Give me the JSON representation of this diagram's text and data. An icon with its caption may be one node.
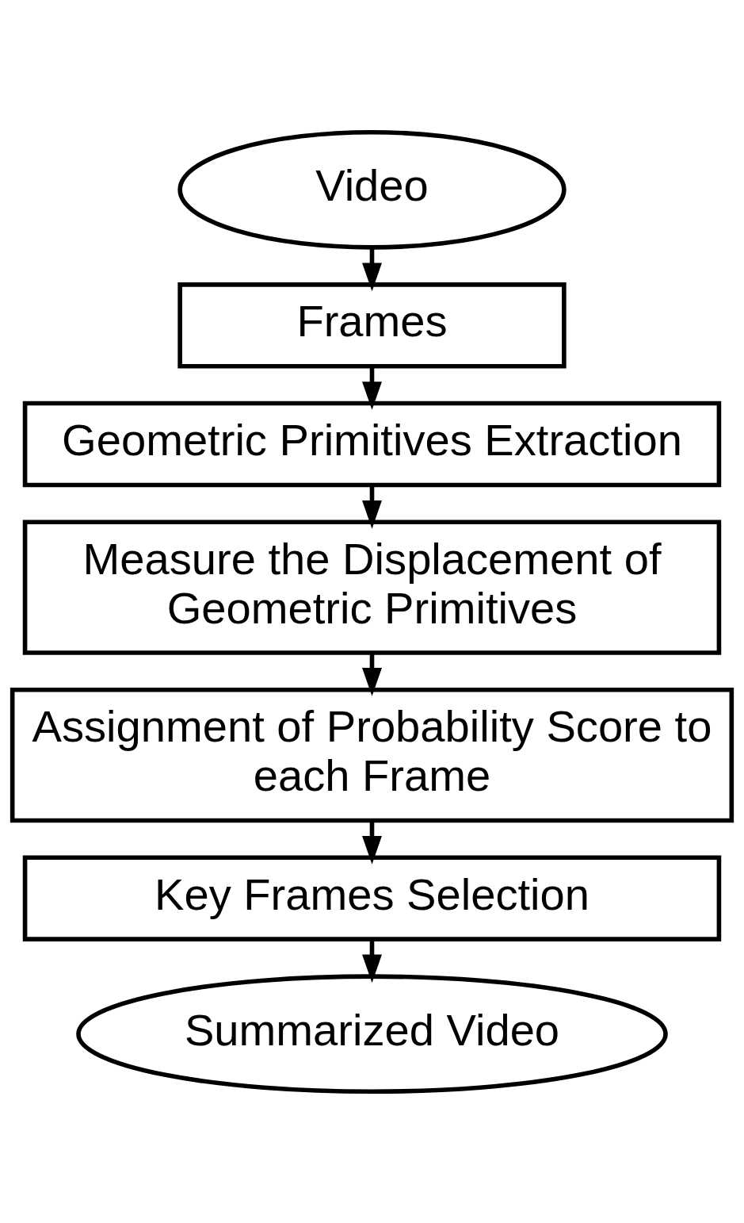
{
  "diagram": {
    "nodes": [
      {
        "text": [
          "Video"
        ]
      },
      {
        "text": [
          "Frames"
        ]
      },
      {
        "text": [
          "Geometric Primitives Extraction"
        ]
      },
      {
        "text": [
          "Measure the Displacement of Geometric Primitives"
        ]
      },
      {
        "text": [
          "Assignment of Probability Score to each Frame"
        ]
      },
      {
        "text": [
          "Key Frames Selection"
        ]
      },
      {
        "text": [
          "Summarized Video"
        ]
      }
    ],
    "edges": [
      {
        "from": 0,
        "to": 1,
        "arrow": "to"
      },
      {
        "from": 1,
        "to": 2,
        "arrow": "to"
      },
      {
        "from": 2,
        "to": 3,
        "arrow": "to"
      },
      {
        "from": 3,
        "to": 4,
        "arrow": "to"
      },
      {
        "from": 4,
        "to": 5,
        "arrow": "to"
      },
      {
        "from": 5,
        "to": 6,
        "arrow": "to"
      }
    ]
  }
}
